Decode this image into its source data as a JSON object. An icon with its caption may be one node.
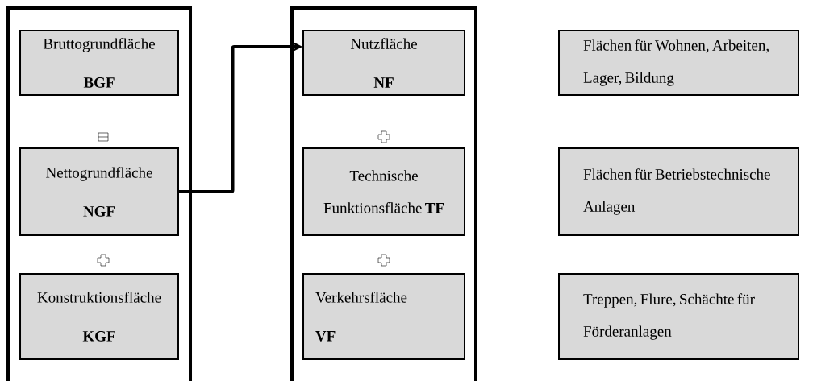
{
  "diagram": {
    "nodes": [
      {
        "text": [],
        "shape": "box"
      },
      {
        "text": [
          "Bruttogrundfläche",
          "BGF"
        ],
        "in": 0
      },
      {
        "text": [
          "Nettogrundfläche",
          "NGF"
        ],
        "in": 0
      },
      {
        "text": [
          "Konstruktionsfläche",
          "KGF"
        ],
        "in": 0
      },
      {
        "text": [],
        "shape": "box"
      },
      {
        "text": [
          "Nutzfläche",
          "NF"
        ],
        "in": 4
      },
      {
        "text": [
          "Technische Funktionsfläche **TF**"
        ],
        "in": 4
      },
      {
        "text": [
          "Verkehrsfläche",
          "VF"
        ],
        "in": 4
      },
      {
        "text": [
          "Flächen für Wohnen, Arbeiten, Lager, Bildung"
        ]
      },
      {
        "text": [
          "Flächen für Betriebstechnische Anlagen"
        ]
      },
      {
        "text": [
          "Treppen, Flure, Schächte für Förderanlagen"
        ]
      }
    ],
    "edges": [
      {
        "from": 2,
        "to": 5,
        "arrow": "to"
      }
    ]
  }
}
